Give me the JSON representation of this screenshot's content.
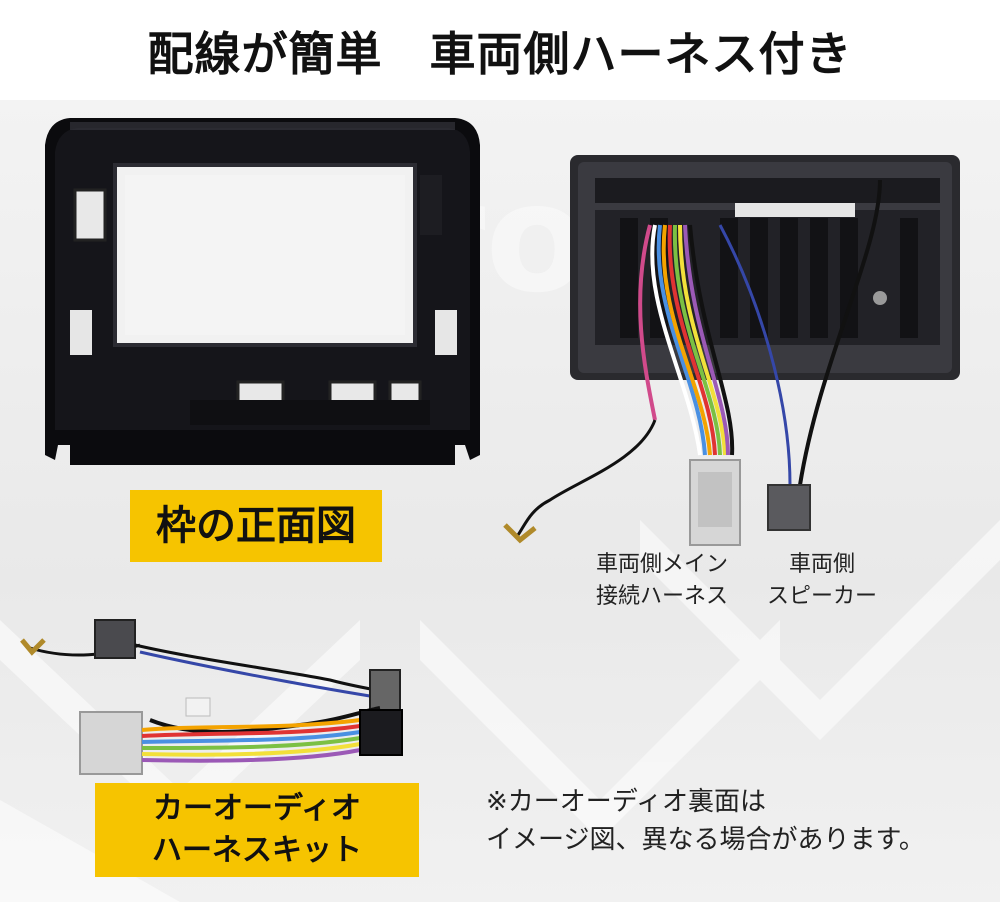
{
  "header": {
    "title": "配線が簡単　車両側ハーネス付き"
  },
  "labels": {
    "frame_front": "枠の正面図",
    "kit_line1": "カーオーディオ",
    "kit_line2": "ハーネスキット"
  },
  "captions": {
    "main_harness_line1": "車両側メイン",
    "main_harness_line2": "接続ハーネス",
    "speaker_line1": "車両側",
    "speaker_line2": "スピーカー"
  },
  "note": {
    "line1": "※カーオーディオ裏面は",
    "line2": "イメージ図、異なる場合があります。"
  },
  "colors": {
    "accent_yellow": "#f6c400",
    "frame_black": "#0c0c0f",
    "unit_dark": "#2a2a2e"
  }
}
